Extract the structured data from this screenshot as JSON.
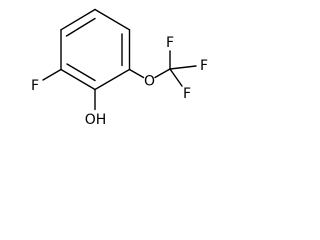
{
  "molecule": {
    "atoms": {
      "fluoro_ring": "F",
      "hydroxyl": "OH",
      "ether_oxygen": "O",
      "cf3_f_top": "F",
      "cf3_f_right": "F",
      "cf3_f_bottom": "F"
    }
  }
}
